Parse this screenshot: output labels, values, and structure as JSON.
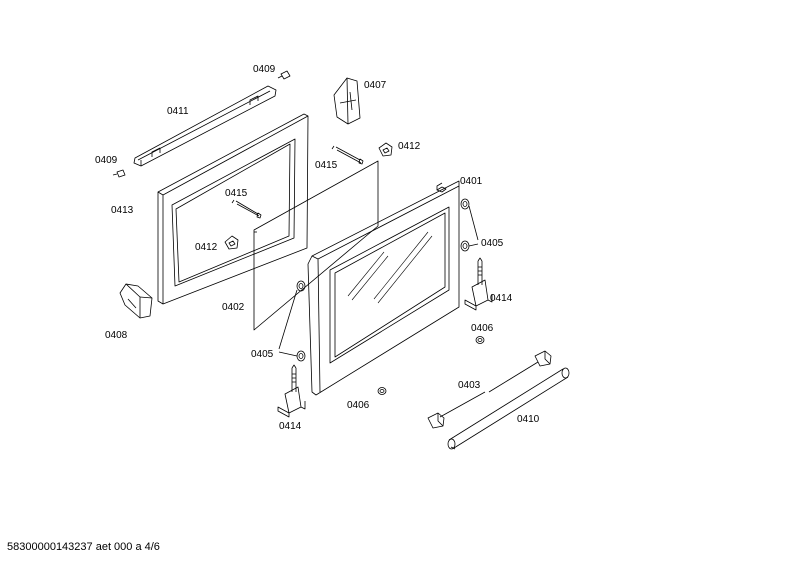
{
  "diagram": {
    "line_color": "#000000",
    "background": "#ffffff",
    "footer": "58300000143237 aet 000 a 4/6",
    "labels": {
      "p0409a": "0409",
      "p0411": "0411",
      "p0407": "0407",
      "p0409b": "0409",
      "p0412a": "0412",
      "p0415a": "0415",
      "p0413": "0413",
      "p0415b": "0415",
      "p0401": "0401",
      "p0412b": "0412",
      "p0405a": "0405",
      "p0402": "0402",
      "p0414a": "0414",
      "p0408": "0408",
      "p0406a": "0406",
      "p0405b": "0405",
      "p0403": "0403",
      "p0406b": "0406",
      "p0410": "0410",
      "p0414b": "0414"
    }
  }
}
